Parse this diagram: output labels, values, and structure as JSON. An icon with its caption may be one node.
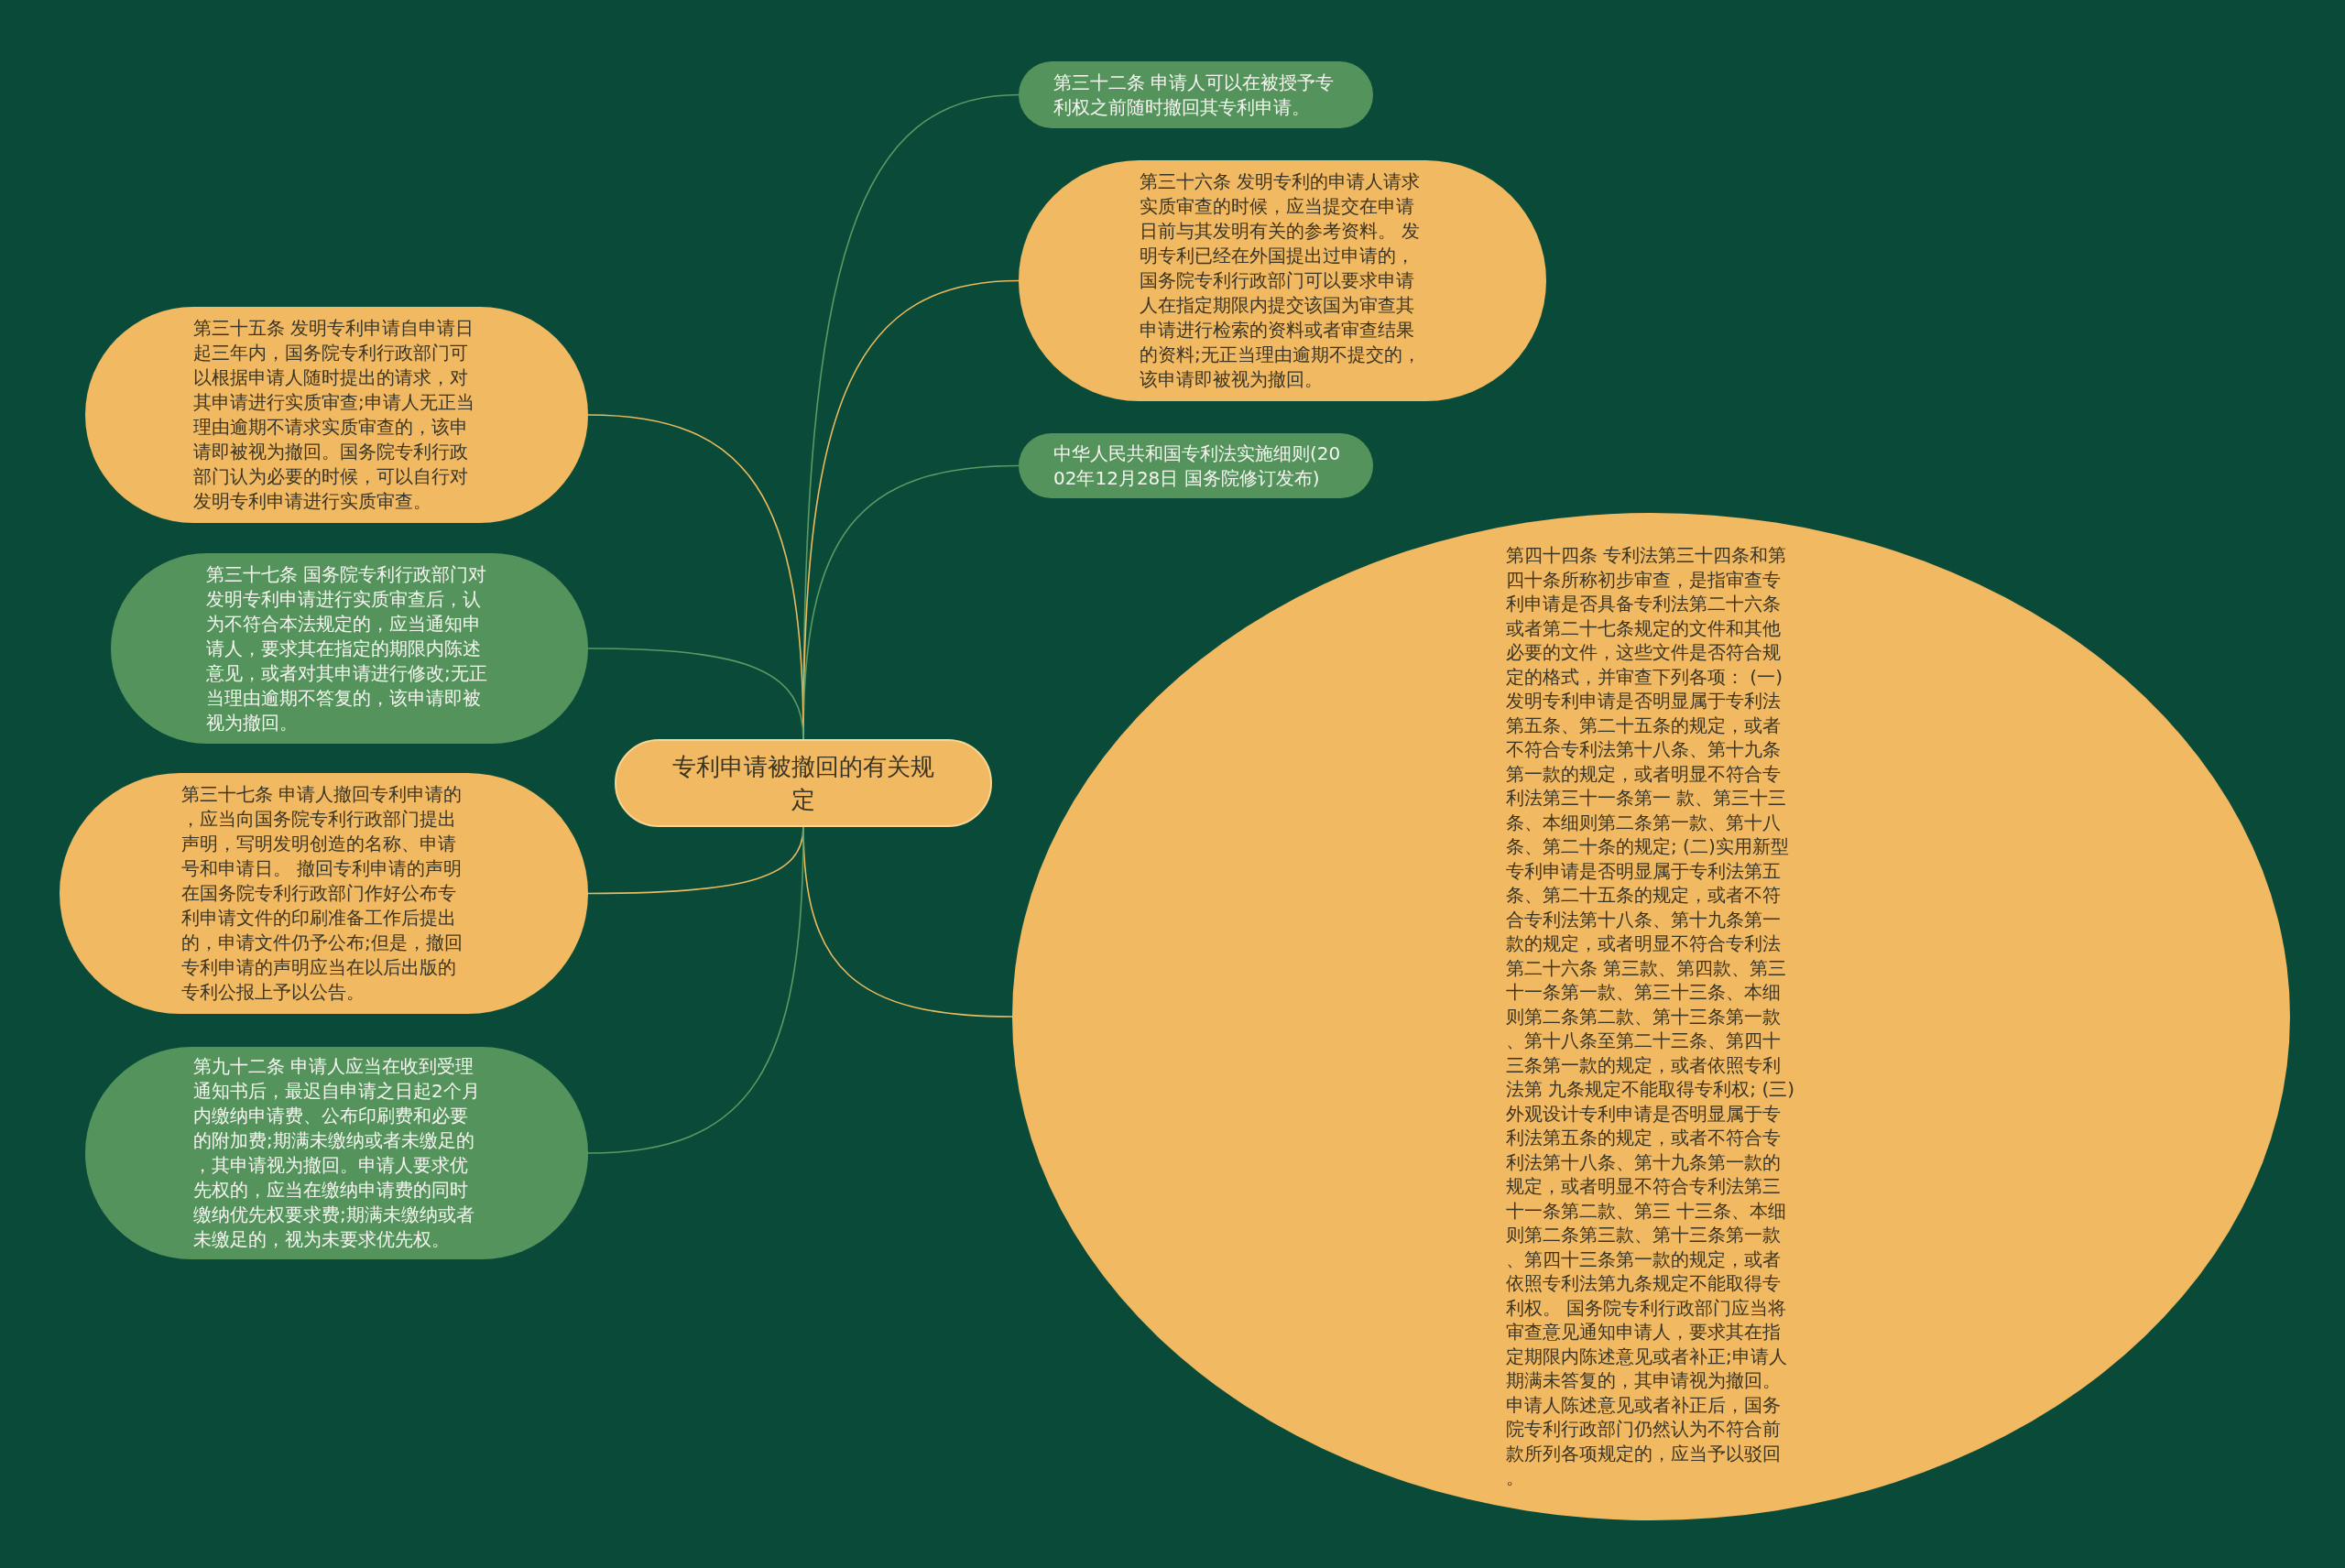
{
  "diagram": {
    "nodes": [
      {
        "text": [
          "专利申请被撤回的有关规定"
        ]
      },
      {
        "text": [
          "第三十二条 申请人可以在被授予专利权之前随时撤回其专利申请。"
        ]
      },
      {
        "text": [
          "第三十六条 发明专利的申请人请求实质审查的时候，应当提交在申请日前与其发明有关的参考资料。 发明专利已经在外国提出过申请的，国务院专利行政部门可以要求申请人在指定期限内提交该国为审查其申请进行检索的资料或者审查结果的资料;无正当理由逾期不提交的，该申请即被视为撤回。"
        ]
      },
      {
        "text": [
          "中华人民共和国专利法实施细则(2002年12月28日 国务院修订发布)"
        ]
      },
      {
        "text": [
          "第四十四条 专利法第三十四条和第四十条所称初步审查，是指审查专利申请是否具备专利法第二十六条或者第二十七条规定的文件和其他必要的文件，这些文件是否符合规定的格式，并审查下列各项： (一)发明专利申请是否明显属于专利法第五条、第二十五条的规定，或者不符合专利法第十八条、第十九条第一款的规定，或者明显不符合专利法第三十一条第一 款、第三十三条、本细则第二条第一款、第十八条、第二十条的规定; (二)实用新型专利申请是否明显属于专利法第五条、第二十五条的规定，或者不符合专利法第十八条、第十九条第一款的规定，或者明显不符合专利法第二十六条 第三款、第四款、第三十一条第一款、第三十三条、本细则第二条第二款、第十三条第一款、第十八条至第二十三条、第四十三条第一款的规定，或者依照专利法第 九条规定不能取得专利权; (三)外观设计专利申请是否明显属于专利法第五条的规定，或者不符合专利法第十八条、第十九条第一款的规定，或者明显不符合专利法第三十一条第二款、第三 十三条、本细则第二条第三款、第十三条第一款、第四十三条第一款的规定，或者依照专利法第九条规定不能取得专利权。 国务院专利行政部门应当将审查意见通知申请人，要求其在指定期限内陈述意见或者补正;申请人期满未答复的，其申请视为撤回。申请人陈述意见或者补正后，国务院专利行政部门仍然认为不符合前款所列各项规定的，应当予以驳回。"
        ]
      },
      {
        "text": [
          "第三十五条 发明专利申请自申请日起三年内，国务院专利行政部门可以根据申请人随时提出的请求，对其申请进行实质审查;申请人无正当理由逾期不请求实质审查的，该申请即被视为撤回。国务院专利行政部门认为必要的时候，可以自行对发明专利申请进行实质审查。"
        ]
      },
      {
        "text": [
          "第三十七条 国务院专利行政部门对发明专利申请进行实质审查后，认为不符合本法规定的，应当通知申请人，要求其在指定的期限内陈述意见，或者对其申请进行修改;无正当理由逾期不答复的，该申请即被视为撤回。"
        ]
      },
      {
        "text": [
          "第三十七条 申请人撤回专利申请的，应当向国务院专利行政部门提出声明，写明发明创造的名称、申请号和申请日。 撤回专利申请的声明在国务院专利行政部门作好公布专利申请文件的印刷准备工作后提出的，申请文件仍予公布;但是，撤回专利申请的声明应当在以后出版的专利公报上予以公告。"
        ]
      },
      {
        "text": [
          "第九十二条 申请人应当在收到受理通知书后，最迟自申请之日起2个月内缴纳申请费、公布印刷费和必要的附加费;期满未缴纳或者未缴足的，其申请视为撤回。申请人要求优先权的，应当在缴纳申请费的同时缴纳优先权要求费;期满未缴纳或者未缴足的，视为未要求优先权。"
        ]
      }
    ],
    "edges": [
      {
        "from": 0,
        "to": 1,
        "arrow": "none",
        "color": "#5a9a64"
      },
      {
        "from": 0,
        "to": 2,
        "arrow": "none",
        "color": "#e9bb5e"
      },
      {
        "from": 0,
        "to": 3,
        "arrow": "none",
        "color": "#5a9a64"
      },
      {
        "from": 0,
        "to": 4,
        "arrow": "none",
        "color": "#e9bb5e"
      },
      {
        "from": 0,
        "to": 5,
        "arrow": "none",
        "color": "#e9bb5e"
      },
      {
        "from": 0,
        "to": 6,
        "arrow": "none",
        "color": "#5a9a64"
      },
      {
        "from": 0,
        "to": 7,
        "arrow": "none",
        "color": "#e9bb5e"
      },
      {
        "from": 0,
        "to": 8,
        "arrow": "none",
        "color": "#5a9a64"
      }
    ]
  }
}
